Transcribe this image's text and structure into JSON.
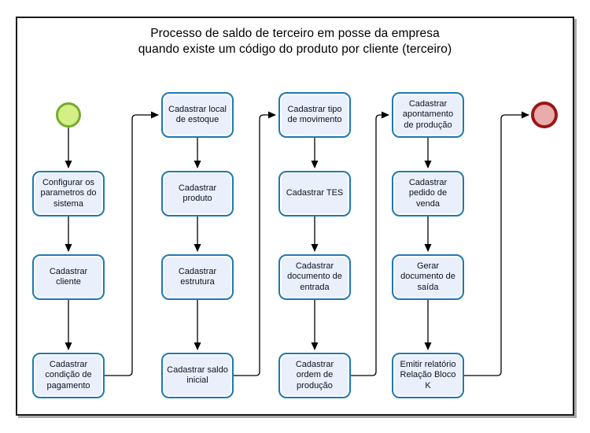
{
  "title": "Processo de saldo de terceiro em posse da empresa\nquando existe um código do produto por cliente (terceiro)",
  "colors": {
    "task_fill": "#eaeffc",
    "task_border": "#1e79b2",
    "task_text": "#0e1320",
    "start_event_fill": "#d4ef85",
    "start_event_border": "#74ac2c",
    "end_event_fill": "#e9abab",
    "end_event_border": "#9c1515",
    "connector": "#000000",
    "frame_border": "#1b1b1b"
  },
  "start_event": {
    "id": "start",
    "shape": "circle"
  },
  "end_event": {
    "id": "end",
    "shape": "circle"
  },
  "tasks": [
    {
      "id": "configurar-parametros-do-sistema",
      "label": "Configurar os\nparametros do\nsistema"
    },
    {
      "id": "cadastrar-cliente",
      "label": "Cadastrar\ncliente"
    },
    {
      "id": "cadastrar-condicao-de-pagamento",
      "label": "Cadastrar\ncondição de\npagamento"
    },
    {
      "id": "cadastrar-local-de-estoque",
      "label": "Cadastrar local\nde estoque"
    },
    {
      "id": "cadastrar-produto",
      "label": "Cadastrar\nproduto"
    },
    {
      "id": "cadastrar-estrutura",
      "label": "Cadastrar\nestrutura"
    },
    {
      "id": "cadastrar-saldo-inicial",
      "label": "Cadastrar saldo\ninicial"
    },
    {
      "id": "cadastrar-tipo-de-movimento",
      "label": "Cadastrar tipo\nde movimento"
    },
    {
      "id": "cadastrar-tes",
      "label": "Cadastrar TES"
    },
    {
      "id": "cadastrar-documento-de-entrada",
      "label": "Cadastrar\ndocumento de\nentrada"
    },
    {
      "id": "cadastrar-ordem-de-producao",
      "label": "Cadastrar\nordem de\nprodução"
    },
    {
      "id": "cadastrar-apontamento-de-producao",
      "label": "Cadastrar\napontamento\nde produção"
    },
    {
      "id": "cadastrar-pedido-de-venda",
      "label": "Cadastrar\npedido de\nvenda"
    },
    {
      "id": "gerar-documento-de-saida",
      "label": "Gerar\ndocumento de\nsaída"
    },
    {
      "id": "emitir-relatorio-relacao-bloco-k",
      "label": "Emitir relatório\nRelação Bloco\nK"
    }
  ],
  "edges": [
    {
      "from": "start",
      "to": "configurar-parametros-do-sistema"
    },
    {
      "from": "configurar-parametros-do-sistema",
      "to": "cadastrar-cliente"
    },
    {
      "from": "cadastrar-cliente",
      "to": "cadastrar-condicao-de-pagamento"
    },
    {
      "from": "cadastrar-condicao-de-pagamento",
      "to": "cadastrar-local-de-estoque"
    },
    {
      "from": "cadastrar-local-de-estoque",
      "to": "cadastrar-produto"
    },
    {
      "from": "cadastrar-produto",
      "to": "cadastrar-estrutura"
    },
    {
      "from": "cadastrar-estrutura",
      "to": "cadastrar-saldo-inicial"
    },
    {
      "from": "cadastrar-saldo-inicial",
      "to": "cadastrar-tipo-de-movimento"
    },
    {
      "from": "cadastrar-tipo-de-movimento",
      "to": "cadastrar-tes"
    },
    {
      "from": "cadastrar-tes",
      "to": "cadastrar-documento-de-entrada"
    },
    {
      "from": "cadastrar-documento-de-entrada",
      "to": "cadastrar-ordem-de-producao"
    },
    {
      "from": "cadastrar-ordem-de-producao",
      "to": "cadastrar-apontamento-de-producao"
    },
    {
      "from": "cadastrar-apontamento-de-producao",
      "to": "cadastrar-pedido-de-venda"
    },
    {
      "from": "cadastrar-pedido-de-venda",
      "to": "gerar-documento-de-saida"
    },
    {
      "from": "gerar-documento-de-saida",
      "to": "emitir-relatorio-relacao-bloco-k"
    },
    {
      "from": "emitir-relatorio-relacao-bloco-k",
      "to": "end"
    }
  ]
}
